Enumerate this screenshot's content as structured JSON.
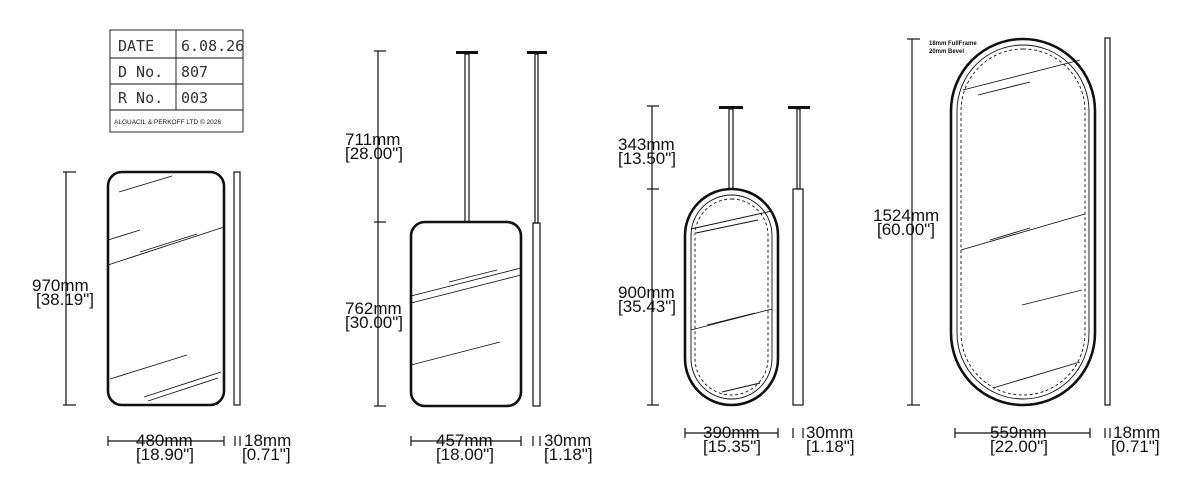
{
  "title_block": {
    "rows": [
      {
        "label": "DATE",
        "value": "6.08.26"
      },
      {
        "label": "D No.",
        "value": "807"
      },
      {
        "label": "R No.",
        "value": "003"
      }
    ],
    "footer": "ALGUACIL & PERKOFF LTD © 2026"
  },
  "drawings": {
    "d1": {
      "height": {
        "mm": "970mm",
        "in": "[38.19\"]"
      },
      "width": {
        "mm": "480mm",
        "in": "[18.90\"]"
      },
      "depth": {
        "mm": "18mm",
        "in": "[0.71\"]"
      }
    },
    "d2": {
      "rod": {
        "mm": "711mm",
        "in": "[28.00\"]"
      },
      "height": {
        "mm": "762mm",
        "in": "[30.00\"]"
      },
      "width": {
        "mm": "457mm",
        "in": "[18.00\"]"
      },
      "depth": {
        "mm": "30mm",
        "in": "[1.18\"]"
      }
    },
    "d3": {
      "rod": {
        "mm": "343mm",
        "in": "[13.50\"]"
      },
      "height": {
        "mm": "900mm",
        "in": "[35.43\"]"
      },
      "width": {
        "mm": "390mm",
        "in": "[15.35\"]"
      },
      "depth": {
        "mm": "30mm",
        "in": "[1.18\"]"
      }
    },
    "d4": {
      "note_line1": "18mm FullFrame",
      "note_line2": "20mm Bevel",
      "height": {
        "mm": "1524mm",
        "in": "[60.00\"]"
      },
      "width": {
        "mm": "559mm",
        "in": "[22.00\"]"
      },
      "depth": {
        "mm": "18mm",
        "in": "[0.71\"]"
      }
    }
  }
}
